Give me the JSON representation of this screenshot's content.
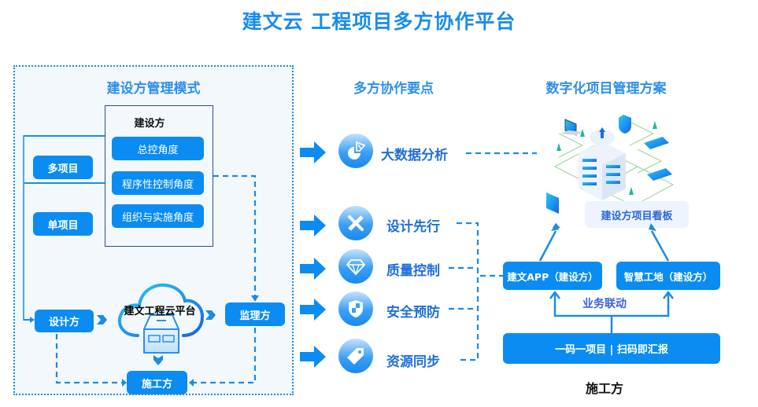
{
  "title": "建文云  工程项目多方协作平台",
  "left_panel": {
    "title": "建设方管理模式",
    "owner": {
      "label": "建设方",
      "angles": [
        "总控角度",
        "程序性控制角度",
        "组织与实施角度"
      ]
    },
    "project_types": [
      "多项目",
      "单项目"
    ],
    "flow": {
      "designer": "设计方",
      "platform": "建文工程云平台",
      "supervisor": "监理方",
      "constructor": "施工方"
    }
  },
  "middle": {
    "title": "多方协作要点",
    "points": [
      {
        "label": "大数据分析",
        "icon": "pie-chart-icon"
      },
      {
        "label": "设计先行",
        "icon": "ruler-pencil-icon"
      },
      {
        "label": "质量控制",
        "icon": "diamond-icon"
      },
      {
        "label": "安全预防",
        "icon": "shield-icon"
      },
      {
        "label": "资源同步",
        "icon": "tag-icon"
      }
    ]
  },
  "right": {
    "title": "数字化项目管理方案",
    "board_label": "建设方项目看板",
    "app_label": "建文APP（建设方）",
    "site_label": "智慧工地（建设方）",
    "link_label": "业务联动",
    "code_bar": "一码一项目 | 扫码即汇报",
    "constructor_label": "施工方"
  },
  "colors": {
    "primary": "#0a8cf2",
    "title": "#1a8cf0",
    "panel_bg": "#f3f8fc",
    "owner_border": "#2b4f8c",
    "text_blue": "#1f6fdc"
  }
}
